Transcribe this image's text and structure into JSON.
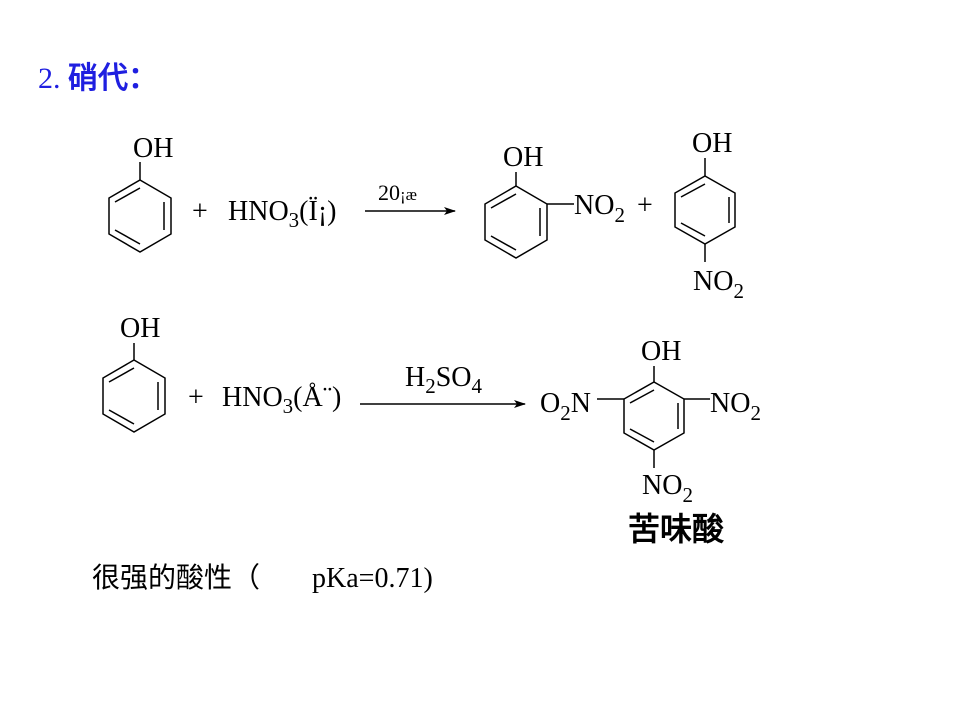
{
  "title": {
    "number": "2.",
    "text": "硝代："
  },
  "reaction1": {
    "reactant_group": "OH",
    "plus1": "+",
    "reagent": "HNO",
    "reagent_sub": "3",
    "reagent_cond": "(Ï¡)",
    "condition_main": "20",
    "condition_rest": "¡æ",
    "product1_group_top": "OH",
    "product1_group_side": "NO",
    "product1_group_side_sub": "2",
    "plus2": "+",
    "product2_group_top": "OH",
    "product2_group_bottom": "NO",
    "product2_group_bottom_sub": "2"
  },
  "reaction2": {
    "reactant_group": "OH",
    "plus": "+",
    "reagent": "HNO",
    "reagent_sub": "3",
    "reagent_cond": "(Å¨)",
    "catalyst": [
      "H",
      "2",
      "SO",
      "4"
    ],
    "product_top": "OH",
    "product_left": [
      "O",
      "2",
      "N"
    ],
    "product_right": [
      "NO",
      "2"
    ],
    "product_bottom": [
      "NO",
      "2"
    ],
    "product_name": "苦味酸"
  },
  "note": {
    "text_cn": "很强的酸性（",
    "text_en": "pKa=0.71)"
  }
}
